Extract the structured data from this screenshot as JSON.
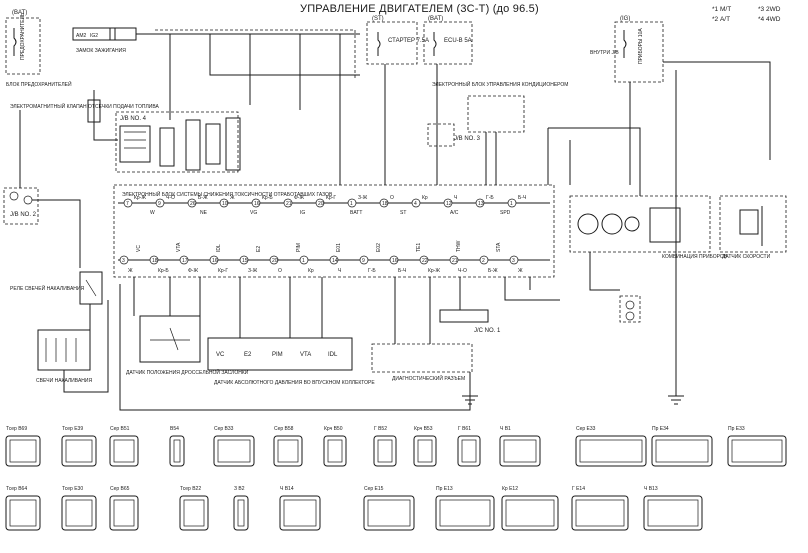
{
  "title": "УПРАВЛЕНИЕ ДВИГАТЕЛЕМ (3С-Т) (до 96.5)",
  "legend": [
    {
      "num": "*1",
      "label": "М/Т"
    },
    {
      "num": "*2",
      "label": "А/Т"
    },
    {
      "num": "*3",
      "label": "2WD"
    },
    {
      "num": "*4",
      "label": "4WD"
    }
  ],
  "fuses": [
    {
      "src": "(BAT)",
      "name": "ПРЕДОХРАНИТЕЛЬ"
    },
    {
      "src": "(ST)",
      "name": "СТАРТЕР 7.5A"
    },
    {
      "src": "(BAT)",
      "name": "ECU-B 5A"
    },
    {
      "src": "(IG)",
      "name": "ПРИБОРЫ 10A"
    }
  ],
  "blocks": {
    "fuse_box": "БЛОК ПРЕДОХРАНИТЕЛЕЙ",
    "ignition": "ЗАМОК ЗАЖИГАНИЯ",
    "fuel_valve": "ЭЛЕКТРОМАГНИТНЫЙ КЛАПАН ОТСЕЧКИ ПОДАЧИ ТОПЛИВА",
    "jb2": "J/B NO. 2",
    "jb3": "J/B NO. 3",
    "jb4": "J/B NO. 4",
    "glow_relay": "РЕЛЕ СВЕЧЕЙ НАКАЛИВАНИЯ",
    "glow_plugs": "СВЕЧИ НАКАЛИВАНИЯ",
    "ecu": "ЭЛЕКТРОННЫЙ БЛОК СИСТЕМЫ СНИЖЕНИЯ ТОКСИЧНОСТИ ОТРАБОТАВШИХ ГАЗОВ",
    "ac_ecu": "ЭЛЕКТРОННЫЙ БЛОК УПРАВЛЕНИЯ КОНДИЦИОНЕРОМ",
    "throttle": "ДАТЧИК ПОЛОЖЕНИЯ ДРОССЕЛЬНОЙ ЗАСЛОНКИ",
    "map": "ДАТЧИК АБСОЛЮТНОГО ДАВЛЕНИЯ ВО ВПУСКНОМ КОЛЛЕКТОРЕ",
    "diag": "ДИАГНОСТИЧЕСКИЙ РАЗЪЕМ",
    "combo": "КОМБИНАЦИЯ ПРИБОРОВ",
    "speed": "ДАТЧИК СКОРОСТИ",
    "jc": "J/C NO. 1",
    "inside_jb": "ВНУТРИ J/B"
  },
  "wire_colors": [
    "Кр-Ж",
    "Ч-О",
    "Б-Ж",
    "Ж",
    "Кр-Б",
    "Ф-Ж",
    "Кр-Г",
    "З-Ж",
    "О",
    "Кр",
    "Ч",
    "Г-Б",
    "Б-Ч"
  ],
  "ecu_pins_top": [
    "7",
    "9",
    "26",
    "10",
    "16",
    "21",
    "20",
    "1",
    "18",
    "4",
    "12",
    "13",
    "1"
  ],
  "ecu_pins_bottom": [
    "3",
    "18",
    "17",
    "16",
    "15",
    "20",
    "1",
    "14",
    "9",
    "16",
    "22",
    "21",
    "2",
    "3"
  ],
  "ecu_labels_top": [
    "W",
    "NE",
    "VG",
    "IG",
    "BATT",
    "ST",
    "A/C",
    "SPD"
  ],
  "ecu_labels_bottom": [
    "VC",
    "VTA",
    "IDL",
    "E2",
    "PIM",
    "E01",
    "E02",
    "TE1",
    "THW",
    "STA"
  ],
  "sensor_pins": [
    "VC",
    "E2",
    "PIM",
    "VTA",
    "IDL"
  ],
  "connectors": [
    {
      "color": "Тсер",
      "id": "B69"
    },
    {
      "color": "Тсер",
      "id": "E39"
    },
    {
      "color": "Сер",
      "id": "B51"
    },
    {
      "color": "",
      "id": "B54"
    },
    {
      "color": "Сер",
      "id": "B33"
    },
    {
      "color": "Сер",
      "id": "B58"
    },
    {
      "color": "Крч",
      "id": "B50"
    },
    {
      "color": "Г",
      "id": "B52"
    },
    {
      "color": "Крч",
      "id": "B53"
    },
    {
      "color": "Г",
      "id": "B61"
    },
    {
      "color": "Ч",
      "id": "B1"
    },
    {
      "color": "Сер",
      "id": "E33"
    },
    {
      "color": "Пр",
      "id": "E34"
    },
    {
      "color": "Пр",
      "id": "E33"
    },
    {
      "color": "Тсер",
      "id": "B64"
    },
    {
      "color": "Тсер",
      "id": "E30"
    },
    {
      "color": "Сер",
      "id": "B65"
    },
    {
      "color": "Тсер",
      "id": "B22"
    },
    {
      "color": "З",
      "id": "B2"
    },
    {
      "color": "Ч",
      "id": "B14"
    },
    {
      "color": "Сер",
      "id": "E15"
    },
    {
      "color": "Пр",
      "id": "E13"
    },
    {
      "color": "Кр",
      "id": "E12"
    },
    {
      "color": "Г",
      "id": "E14"
    },
    {
      "color": "Ч",
      "id": "B13"
    }
  ],
  "colors": {
    "ink": "#1a1a1a",
    "paper": "#ffffff"
  }
}
